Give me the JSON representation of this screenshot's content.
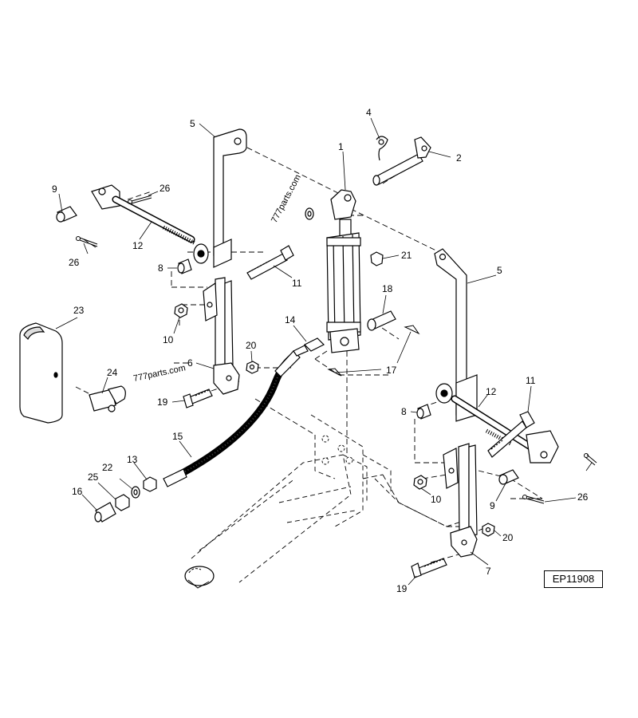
{
  "diagram": {
    "watermark": "777parts.com",
    "code": "EP11908",
    "callouts": [
      {
        "id": "c1",
        "text": "1"
      },
      {
        "id": "c2",
        "text": "2"
      },
      {
        "id": "c4",
        "text": "4"
      },
      {
        "id": "c5a",
        "text": "5"
      },
      {
        "id": "c5b",
        "text": "5"
      },
      {
        "id": "c6",
        "text": "6"
      },
      {
        "id": "c7",
        "text": "7"
      },
      {
        "id": "c8a",
        "text": "8"
      },
      {
        "id": "c8b",
        "text": "8"
      },
      {
        "id": "c9a",
        "text": "9"
      },
      {
        "id": "c9b",
        "text": "9"
      },
      {
        "id": "c10a",
        "text": "10"
      },
      {
        "id": "c10b",
        "text": "10"
      },
      {
        "id": "c11a",
        "text": "11"
      },
      {
        "id": "c11b",
        "text": "11"
      },
      {
        "id": "c12a",
        "text": "12"
      },
      {
        "id": "c12b",
        "text": "12"
      },
      {
        "id": "c13",
        "text": "13"
      },
      {
        "id": "c14",
        "text": "14"
      },
      {
        "id": "c15",
        "text": "15"
      },
      {
        "id": "c16",
        "text": "16"
      },
      {
        "id": "c17",
        "text": "17"
      },
      {
        "id": "c18",
        "text": "18"
      },
      {
        "id": "c19a",
        "text": "19"
      },
      {
        "id": "c19b",
        "text": "19"
      },
      {
        "id": "c20a",
        "text": "20"
      },
      {
        "id": "c20b",
        "text": "20"
      },
      {
        "id": "c21",
        "text": "21"
      },
      {
        "id": "c22",
        "text": "22"
      },
      {
        "id": "c23",
        "text": "23"
      },
      {
        "id": "c24",
        "text": "24"
      },
      {
        "id": "c25",
        "text": "25"
      },
      {
        "id": "c26a",
        "text": "26"
      },
      {
        "id": "c26b",
        "text": "26"
      },
      {
        "id": "c26c",
        "text": "26"
      }
    ]
  }
}
